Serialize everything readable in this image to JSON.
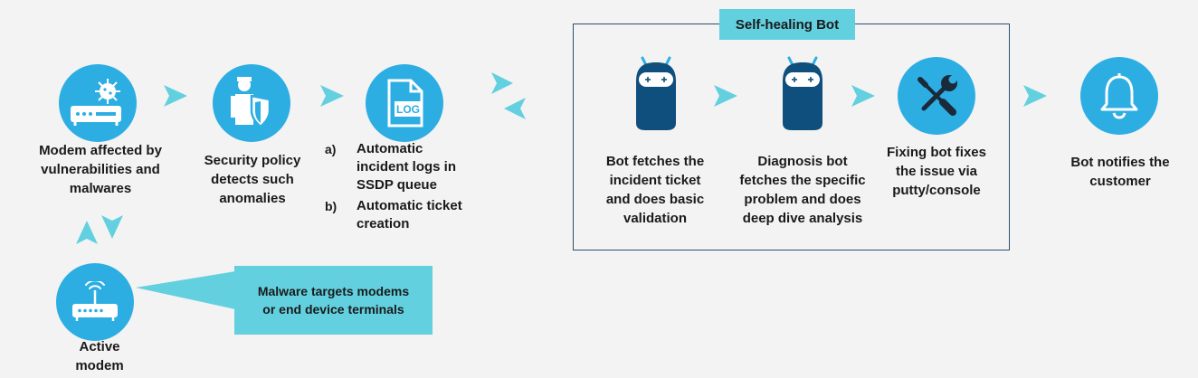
{
  "nodes": {
    "modem_affected": {
      "label": "Modem affected by vulnerabilities and malwares"
    },
    "security_policy": {
      "label": "Security policy detects such anomalies"
    },
    "incident_logs": {
      "icon_text": "LOG",
      "steps": [
        {
          "marker": "a)",
          "text": "Automatic incident logs in SSDP queue"
        },
        {
          "marker": "b)",
          "text": "Automatic ticket creation"
        }
      ]
    },
    "bot_fetch": {
      "label": "Bot fetches the incident ticket and does basic validation"
    },
    "diagnosis_bot": {
      "label": "Diagnosis bot fetches the specific problem and does deep dive analysis"
    },
    "fixing_bot": {
      "label": "Fixing bot fixes the issue via putty/console"
    },
    "notify": {
      "label": "Bot notifies the customer"
    },
    "active_modem": {
      "label": "Active modem"
    }
  },
  "group": {
    "title": "Self-healing Bot"
  },
  "callout": {
    "text": "Malware targets modems or end device terminals"
  },
  "colors": {
    "circle": "#2daee3",
    "teal": "#62d0df",
    "bot_body": "#0f4f7d",
    "box_border": "#2d4e6e",
    "background": "#f3f3f3"
  },
  "icons": [
    "router-icon",
    "virus-icon",
    "security-guard-shield-icon",
    "log-file-icon",
    "robot-icon",
    "wrench-screwdriver-icon",
    "bell-icon",
    "wifi-router-icon",
    "chevron-right-icon"
  ]
}
